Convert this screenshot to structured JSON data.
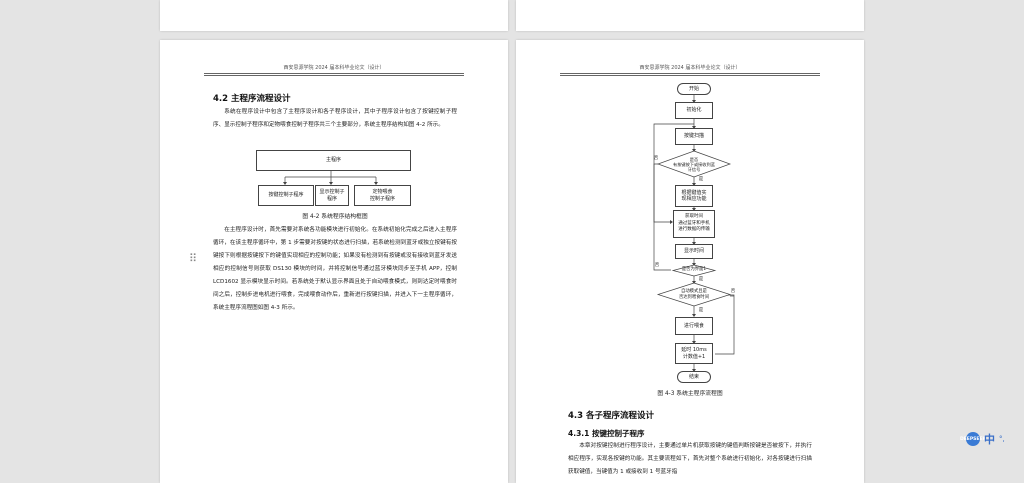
{
  "pages": {
    "left": {
      "header": "西安思源学院 2024 届本科毕业论文（设计）",
      "section_title": "4.2  主程序流程设计",
      "para1": "系统在程序设计中包含了主程序设计和各子程序设计，其中子程序设计包含了按键控制子程序、显示控制子程序和定物喂食控制子程序共三个主要部分，系统主程序结构如图 4-2 所示。",
      "structure": {
        "root": "主程序",
        "children": [
          "按键控制子程序",
          "显示控制子\n程序",
          "定物喂食\n控制子程序"
        ]
      },
      "caption": "图 4-2  系统程序结构框图",
      "para2": "在主程序设计时，首先需要对系统各功能模块进行初始化。在系统初始化完成之后进入主程序循环，在该主程序循环中，第 1 步需要对按键的状态进行扫描，若系统检测到蓝牙或独立按键有按键按下则根据按键按下的键值实现相应的控制功能；如果没有检测到有按键或没有接收到蓝牙发送相应的控制信号则获取 DS130 模块的时间，并将控制信号通过蓝牙模块同步至手机 APP，控制 LCD1602 显示模块显示时间。若系统处于默认显示界面且处于自动喂食模式，则到达定时喂食时间之后，控制步进电机进行喂食，完成喂食动作后，重新进行按键扫描，并进入下一主程序循环，系统主程序流程图如图 4-3 所示。"
    },
    "right": {
      "header": "西安思源学院 2024 届本科毕业论文（设计）",
      "flowchart": {
        "start": "开始",
        "init": "初始化",
        "key_scan": "按键扫描",
        "decision1": "是否\n有按键按下或接收到蓝\n牙信号",
        "yes1": "是",
        "no1": "否",
        "process_key": "根据键值实\n现相应功能",
        "get_time": "获取时间\n通过蓝牙和手机\n进行数据的传输",
        "display_time": "显示时间",
        "decision2": "是否为界面1",
        "no2": "否",
        "yes2": "是",
        "decision3": "自动模式且是\n否达到喂食时间",
        "yes3": "是",
        "no3": "否",
        "feed": "进行喂食",
        "delay": "延时 10ms\n计数值+1",
        "end": "结束"
      },
      "caption": "图 4-3  系统主程序流程图",
      "section_title": "4.3  各子程序流程设计",
      "subsection_title": "4.3.1  按键控制子程序",
      "para": "本章对按键控制进行程序设计，主要通过单片机获取按键的键值判断按键是否被按下，并执行相应程序，实现各按键的功能。其主要流程如下，首先对整个系统进行初始化，对各按键进行扫描获取键值，当键值为 1 或接收到 1 号蓝牙指"
    }
  },
  "ime": {
    "badge": "DEEPSEEK",
    "lang": "中",
    "dots": "°,"
  },
  "drag_handle_glyph": "⠿"
}
